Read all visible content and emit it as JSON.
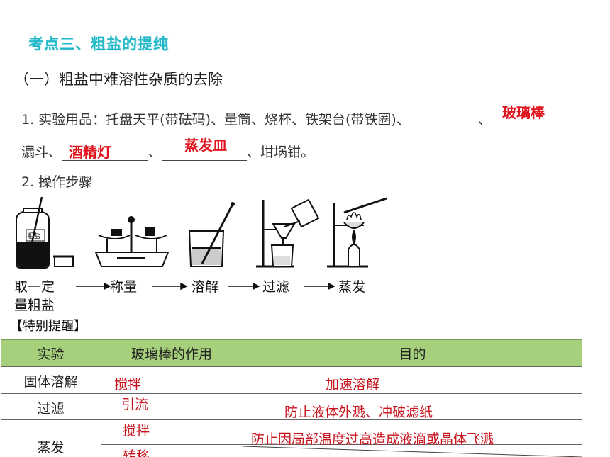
{
  "heading": "考点三、粗盐的提纯",
  "section_title": "（一）粗盐中难溶性杂质的去除",
  "item1": {
    "prefix": "1. 实验用品：托盘天平(带砝码)、量筒、烧杯、铁架台(带铁圈)、",
    "comma1": "、",
    "line2_prefix": "漏斗、",
    "comma2": "、",
    "comma3": "、坩埚钳。",
    "answers": [
      "玻璃棒",
      "酒精灯",
      "蒸发皿"
    ]
  },
  "item2": "2. 操作步骤",
  "steps": [
    "取一定",
    "量粗盐",
    "称量",
    "溶解",
    "过滤",
    "蒸发"
  ],
  "jar_label": "粗盐",
  "reminder": "【特别提醒】",
  "table": {
    "headers": [
      "实验",
      "玻璃棒的作用",
      "目的"
    ],
    "rows": [
      {
        "exp": "固体溶解",
        "role": "搅拌",
        "purpose": "加速溶解"
      },
      {
        "exp": "过滤",
        "role": "引流",
        "purpose": "防止液体外溅、冲破滤纸"
      },
      {
        "exp": "蒸发",
        "role": "搅拌",
        "purpose": "防止因局部温度过高造成液滴或晶体飞溅"
      },
      {
        "exp": "",
        "role": "转移",
        "purpose": ""
      }
    ]
  },
  "colors": {
    "heading": "#22b8c8",
    "answer_red": "#e0141e",
    "table_header_bg": "#a6d07b"
  }
}
